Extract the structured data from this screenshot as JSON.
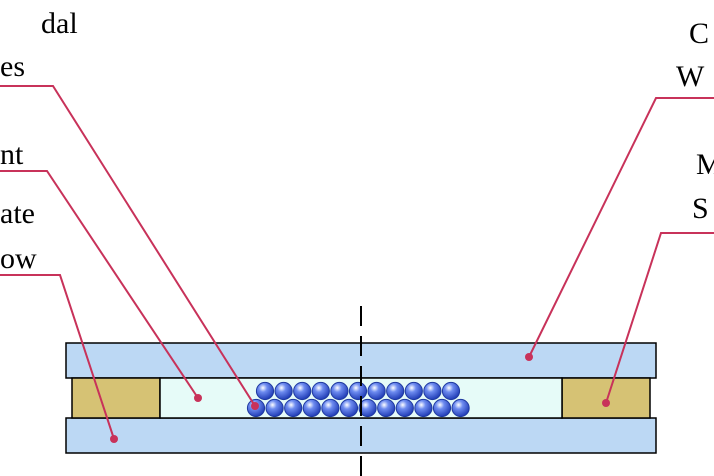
{
  "labels": {
    "colloidal_line1": "dal",
    "colloidal_line2": "es",
    "solvent": "nt",
    "substrate_line1": "ate",
    "substrate_line2": "ow",
    "cover_line1": "C",
    "cover_line2": "W",
    "spacer_line1": "M",
    "spacer_line2": "S"
  },
  "colors": {
    "leader": "#c8325a",
    "window": "#bcd8f4",
    "spacer": "#d6c274",
    "solvent": "#e6fbf8",
    "particle_light": "#ffffff",
    "particle_mid": "#6e8cf0",
    "particle_dark": "#1e3ab4"
  },
  "particles": {
    "top_row_count": 11,
    "bottom_row_count": 12
  }
}
